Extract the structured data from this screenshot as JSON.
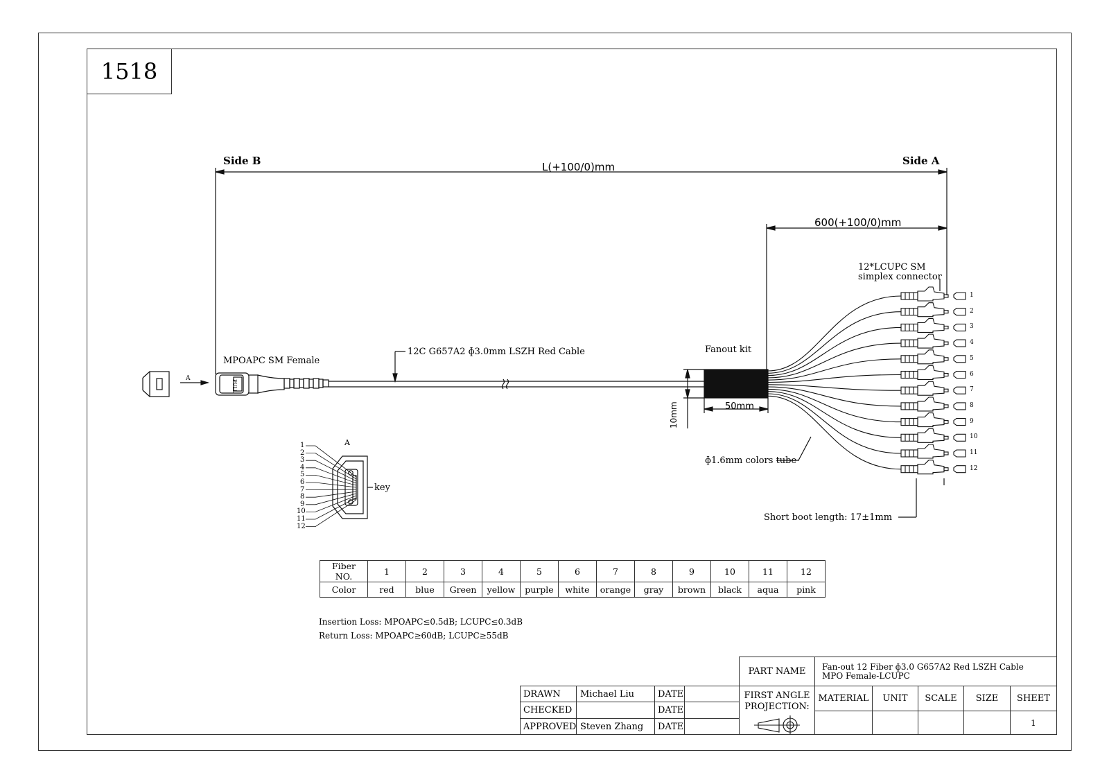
{
  "drawing_number": "1518",
  "sides": {
    "side_b": "Side B",
    "side_a": "Side A"
  },
  "dimensions": {
    "total_length": "L(+100/0)mm",
    "breakout_length": "600(+100/0)mm",
    "fanout_length": "50mm",
    "fanout_height": "10mm"
  },
  "labels": {
    "mpo_connector": "MPOAPC SM Female",
    "cable": "12C G657A2 ɸ3.0mm LSZH Red Cable",
    "fanout_kit": "Fanout kit",
    "lc_connector_line1": "12*LCUPC SM",
    "lc_connector_line2": "simplex connector",
    "colors_tube": "ɸ1.6mm colors tube",
    "boot_length": "Short boot length: 17±1mm",
    "view_a": "A",
    "view_a_title": "A",
    "key": "key",
    "pull": "PULL"
  },
  "fiber_numbers": [
    "1",
    "2",
    "3",
    "4",
    "5",
    "6",
    "7",
    "8",
    "9",
    "10",
    "11",
    "12"
  ],
  "fiber_table": {
    "row1_header": "Fiber NO.",
    "row2_header": "Color",
    "colors": [
      "red",
      "blue",
      "Green",
      "yellow",
      "purple",
      "white",
      "orange",
      "gray",
      "brown",
      "black",
      "aqua",
      "pink"
    ]
  },
  "notes": {
    "insertion_loss": "Insertion Loss: MPOAPC≤0.5dB; LCUPC≤0.3dB",
    "return_loss": "Return Loss: MPOAPC≥60dB; LCUPC≥55dB"
  },
  "title_block": {
    "part_name_label": "PART NAME",
    "part_name_line1": "Fan-out 12 Fiber ɸ3.0 G657A2 Red LSZH Cable",
    "part_name_line2": "MPO Female-LCUPC",
    "projection_line1": "FIRST ANGLE",
    "projection_line2": "PROJECTION:",
    "material": "MATERIAL",
    "unit": "UNIT",
    "scale": "SCALE",
    "size": "SIZE",
    "sheet": "SHEET",
    "sheet_value": "1",
    "drawn_label": "DRAWN",
    "drawn_value": "Michael Liu",
    "checked_label": "CHECKED",
    "checked_value": "",
    "approved_label": "APPROVED",
    "approved_value": "Steven Zhang",
    "date_label": "DATE"
  }
}
